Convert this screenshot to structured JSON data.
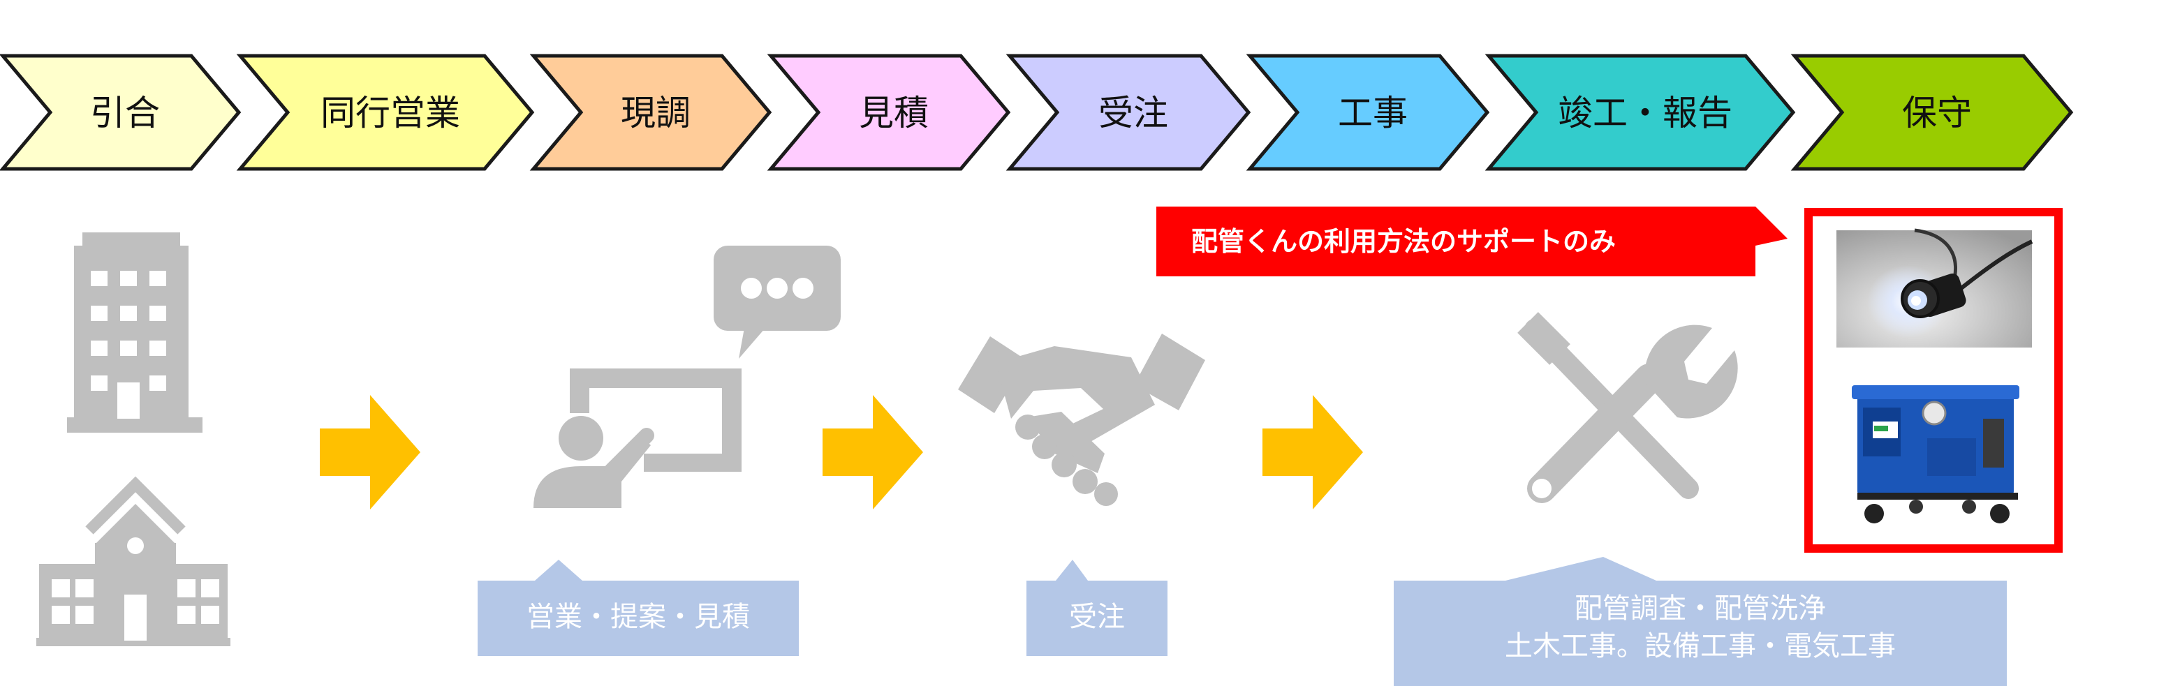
{
  "process_steps": [
    {
      "label": "引合",
      "color": "#FFFFCC"
    },
    {
      "label": "同行営業",
      "color": "#FFFF99"
    },
    {
      "label": "現調",
      "color": "#FFCC99"
    },
    {
      "label": "見積",
      "color": "#FFCCFF"
    },
    {
      "label": "受注",
      "color": "#CCCCFF"
    },
    {
      "label": "工事",
      "color": "#66CCFF"
    },
    {
      "label": "竣工・報告",
      "color": "#33CCCC"
    },
    {
      "label": "保守",
      "color": "#99CC00"
    }
  ],
  "callout": {
    "text": "配管くんの利用方法のサポートのみ",
    "color": "#FF0000"
  },
  "boxes": {
    "sales": "営業・提案・見積",
    "order": "受注",
    "work_line1": "配管調査・配管洗浄",
    "work_line2": "土木工事。設備工事・電気工事"
  },
  "colors": {
    "icon_gray": "#BFBFBF",
    "arrow_yellow": "#FFC000",
    "box_blue": "#B4C7E7",
    "frame_red": "#FF0000"
  },
  "icons": [
    "office-building-icon",
    "school-building-icon",
    "presentation-icon",
    "handshake-icon",
    "tools-icon",
    "pipe-camera-photo",
    "pressure-washer-photo"
  ]
}
